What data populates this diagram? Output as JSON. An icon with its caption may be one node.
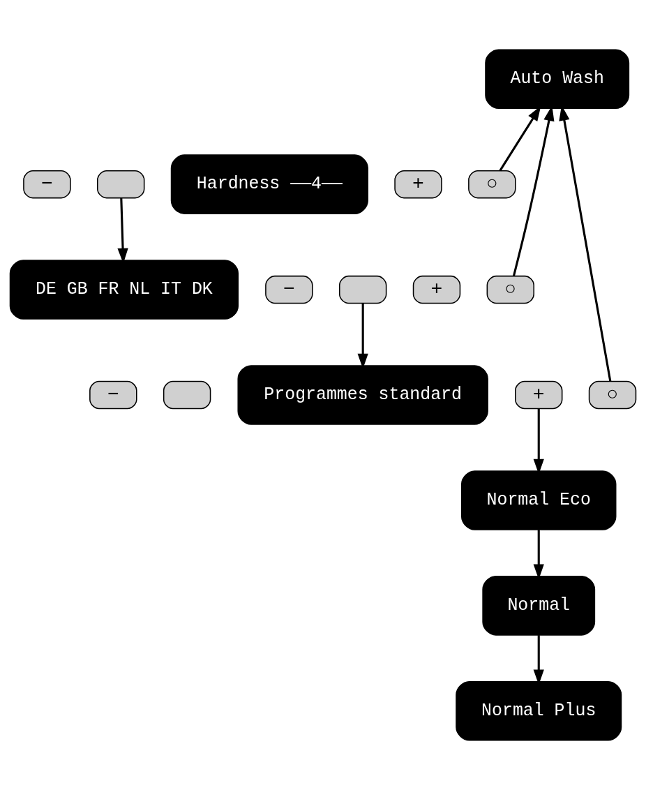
{
  "diagram": {
    "nodes": [
      {
        "text": [
          "Auto Wash"
        ]
      },
      {
        "text": [
          "−"
        ]
      },
      {
        "text": [],
        "shape": "box"
      },
      {
        "text": [
          "Hardness ——4——"
        ]
      },
      {
        "text": [
          "+"
        ]
      },
      {
        "text": [
          "○"
        ]
      },
      {
        "text": [
          "−"
        ]
      },
      {
        "text": [],
        "shape": "box"
      },
      {
        "text": [
          "DE GB FR NL IT DK"
        ]
      },
      {
        "text": [
          "+"
        ]
      },
      {
        "text": [
          "○"
        ]
      },
      {
        "text": [
          "−"
        ]
      },
      {
        "text": [],
        "shape": "box"
      },
      {
        "text": [
          "Programmes standard"
        ]
      },
      {
        "text": [
          "+"
        ]
      },
      {
        "text": [
          "○"
        ]
      },
      {
        "text": [
          "Normal Eco"
        ]
      },
      {
        "text": [
          "Normal"
        ]
      },
      {
        "text": [
          "Normal Plus"
        ]
      }
    ],
    "edges": [
      {
        "from": 2,
        "to": 8,
        "arrow": "to"
      },
      {
        "from": 7,
        "to": 13,
        "arrow": "to"
      },
      {
        "from": 5,
        "to": 0,
        "arrow": "to"
      },
      {
        "from": 10,
        "to": 0,
        "arrow": "to"
      },
      {
        "from": 15,
        "to": 0,
        "arrow": "to"
      },
      {
        "from": 14,
        "to": 16,
        "arrow": "to"
      },
      {
        "from": 16,
        "to": 17,
        "arrow": "to"
      },
      {
        "from": 17,
        "to": 18,
        "arrow": "to"
      }
    ]
  }
}
